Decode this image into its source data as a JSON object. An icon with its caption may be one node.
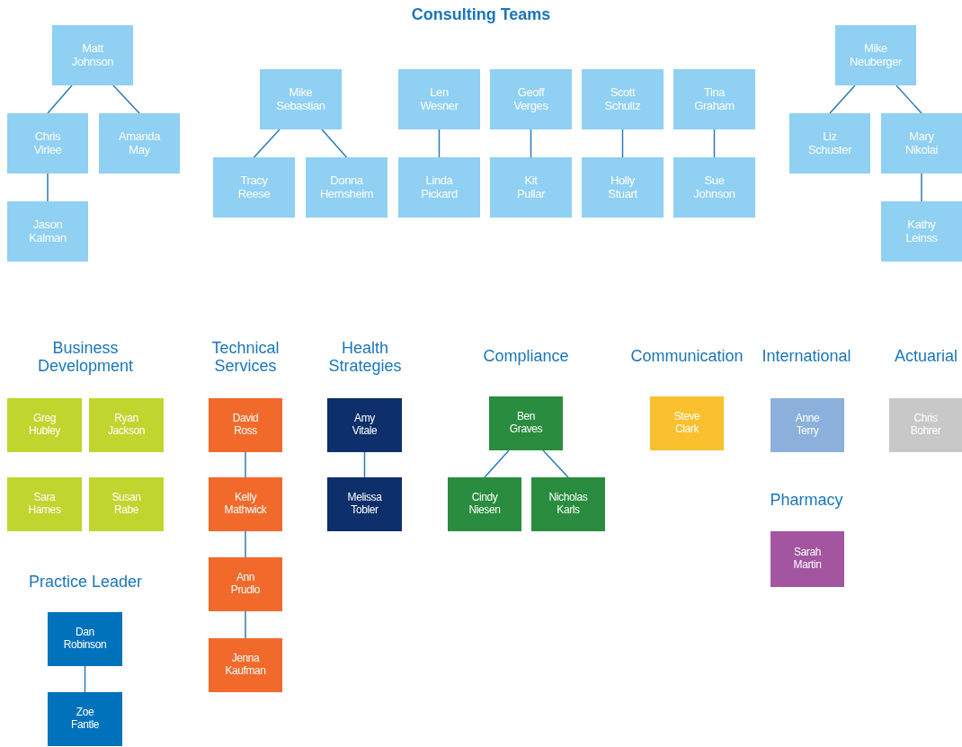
{
  "diagram": {
    "title": "Consulting Teams",
    "nodes": [
      {
        "text": [
          "Matt Johnson"
        ]
      },
      {
        "text": [
          "Chris Virlee"
        ]
      },
      {
        "text": [
          "Amanda May"
        ]
      },
      {
        "text": [
          "Jason Kalman"
        ]
      },
      {
        "text": [
          "Mike Sebastian"
        ]
      },
      {
        "text": [
          "Tracy Reese"
        ]
      },
      {
        "text": [
          "Donna Hernsheim"
        ]
      },
      {
        "text": [
          "Len Wesner"
        ]
      },
      {
        "text": [
          "Linda Pickard"
        ]
      },
      {
        "text": [
          "Geoff Verges"
        ]
      },
      {
        "text": [
          "Kit Pullar"
        ]
      },
      {
        "text": [
          "Scott Schultz"
        ]
      },
      {
        "text": [
          "Holly Stuart"
        ]
      },
      {
        "text": [
          "Tina Graham"
        ]
      },
      {
        "text": [
          "Sue Johnson"
        ]
      },
      {
        "text": [
          "Mike Neuberger"
        ]
      },
      {
        "text": [
          "Liz Schuster"
        ]
      },
      {
        "text": [
          "Mary Nikolai"
        ]
      },
      {
        "text": [
          "Kathy Leinss"
        ]
      },
      {
        "text": [
          "Greg Hubley"
        ]
      },
      {
        "text": [
          "Ryan Jackson"
        ]
      },
      {
        "text": [
          "Sara Hames"
        ]
      },
      {
        "text": [
          "Susan Rabe"
        ]
      },
      {
        "text": [
          "Dan Robinson"
        ]
      },
      {
        "text": [
          "Zoe Fantle"
        ]
      },
      {
        "text": [
          "David Ross"
        ]
      },
      {
        "text": [
          "Kelly Mathwick"
        ]
      },
      {
        "text": [
          "Ann Prudlo"
        ]
      },
      {
        "text": [
          "Jenna Kaufman"
        ]
      },
      {
        "text": [
          "Amy Vitale"
        ]
      },
      {
        "text": [
          "Melissa Tobler"
        ]
      },
      {
        "text": [
          "Ben Graves"
        ]
      },
      {
        "text": [
          "Cindy Niesen"
        ]
      },
      {
        "text": [
          "Nicholas Karls"
        ]
      },
      {
        "text": [
          "Steve Clark"
        ]
      },
      {
        "text": [
          "Anne Terry"
        ]
      },
      {
        "text": [
          "Chris Bohrer"
        ]
      },
      {
        "text": [
          "Sarah Martin"
        ]
      }
    ],
    "edges": [
      {
        "from": 0,
        "to": 1,
        "arrow": "none"
      },
      {
        "from": 0,
        "to": 2,
        "arrow": "none"
      },
      {
        "from": 1,
        "to": 3,
        "arrow": "none"
      },
      {
        "from": 4,
        "to": 5,
        "arrow": "none"
      },
      {
        "from": 4,
        "to": 6,
        "arrow": "none"
      },
      {
        "from": 7,
        "to": 8,
        "arrow": "none"
      },
      {
        "from": 9,
        "to": 10,
        "arrow": "none"
      },
      {
        "from": 11,
        "to": 12,
        "arrow": "none"
      },
      {
        "from": 13,
        "to": 14,
        "arrow": "none"
      },
      {
        "from": 15,
        "to": 16,
        "arrow": "none"
      },
      {
        "from": 15,
        "to": 17,
        "arrow": "none"
      },
      {
        "from": 17,
        "to": 18,
        "arrow": "none"
      },
      {
        "from": 23,
        "to": 24,
        "arrow": "none"
      },
      {
        "from": 25,
        "to": 26,
        "arrow": "none"
      },
      {
        "from": 26,
        "to": 27,
        "arrow": "none"
      },
      {
        "from": 27,
        "to": 28,
        "arrow": "none"
      },
      {
        "from": 29,
        "to": 30,
        "arrow": "none"
      },
      {
        "from": 31,
        "to": 32,
        "arrow": "none"
      },
      {
        "from": 31,
        "to": 33,
        "arrow": "none"
      }
    ],
    "labels": [
      "Business Development",
      "Technical Services",
      "Health Strategies",
      "Compliance",
      "Communication",
      "International",
      "Actuarial",
      "Pharmacy",
      "Practice Leader"
    ]
  }
}
